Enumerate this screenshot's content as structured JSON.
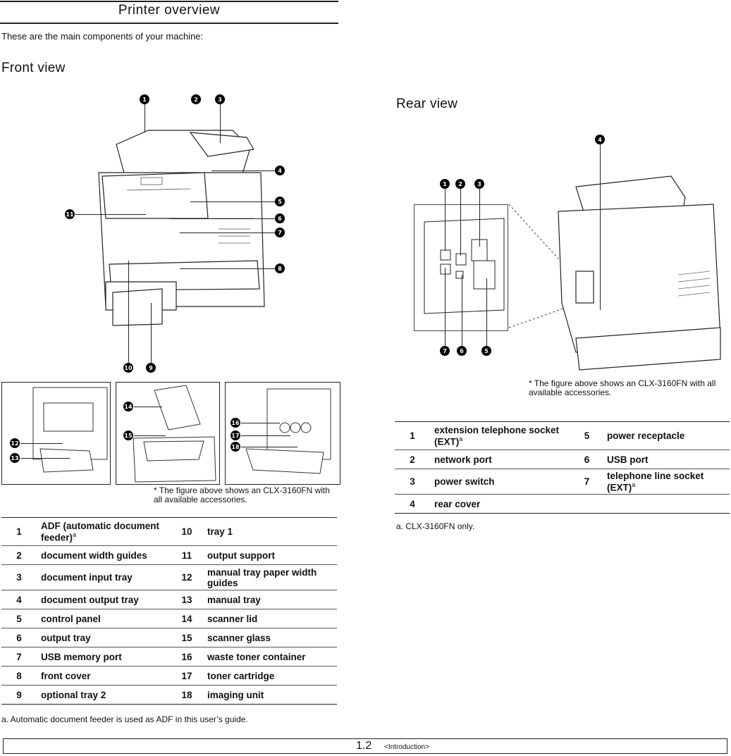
{
  "header": {
    "title": "Printer overview",
    "intro": "These are the main components of your machine:"
  },
  "front_view": {
    "heading": "Front view",
    "callouts": [
      "1",
      "2",
      "3",
      "4",
      "5",
      "6",
      "7",
      "8",
      "9",
      "10",
      "11",
      "12",
      "13",
      "14",
      "15",
      "16",
      "17",
      "18"
    ],
    "note": "* The figure above shows an CLX-3160FN with all available accessories.",
    "rows": [
      {
        "n1": "1",
        "l1": "ADF (automatic document feeder)",
        "s1": "a",
        "n2": "10",
        "l2": "tray 1"
      },
      {
        "n1": "2",
        "l1": "document width guides",
        "s1": "",
        "n2": "11",
        "l2": "output support"
      },
      {
        "n1": "3",
        "l1": "document input tray",
        "s1": "",
        "n2": "12",
        "l2": "manual tray paper width guides"
      },
      {
        "n1": "4",
        "l1": "document output tray",
        "s1": "",
        "n2": "13",
        "l2": "manual tray"
      },
      {
        "n1": "5",
        "l1": "control panel",
        "s1": "",
        "n2": "14",
        "l2": "scanner lid"
      },
      {
        "n1": "6",
        "l1": "output tray",
        "s1": "",
        "n2": "15",
        "l2": "scanner glass"
      },
      {
        "n1": "7",
        "l1": "USB memory port",
        "s1": "",
        "n2": "16",
        "l2": "waste toner container"
      },
      {
        "n1": "8",
        "l1": "front cover",
        "s1": "",
        "n2": "17",
        "l2": "toner cartridge"
      },
      {
        "n1": "9",
        "l1": "optional tray 2",
        "s1": "",
        "n2": "18",
        "l2": "imaging unit"
      }
    ],
    "footnote": "a. Automatic document feeder is used as ADF in this user’s guide."
  },
  "rear_view": {
    "heading": "Rear view",
    "callouts": [
      "1",
      "2",
      "3",
      "4",
      "5",
      "6",
      "7"
    ],
    "note": "* The figure above shows an CLX-3160FN with all available accessories.",
    "rows": [
      {
        "n1": "1",
        "l1": "extension telephone socket (EXT)",
        "s1": "a",
        "n2": "5",
        "l2": "power receptacle",
        "s2": ""
      },
      {
        "n1": "2",
        "l1": "network port",
        "s1": "",
        "n2": "6",
        "l2": "USB port",
        "s2": ""
      },
      {
        "n1": "3",
        "l1": "power switch",
        "s1": "",
        "n2": "7",
        "l2": "telephone line socket (EXT)",
        "s2": "a"
      },
      {
        "n1": "4",
        "l1": "rear cover",
        "s1": "",
        "n2": "",
        "l2": "",
        "s2": ""
      }
    ],
    "footnote": "a. CLX-3160FN only."
  },
  "footer": {
    "page": "1.2",
    "chapter": "<Introduction>"
  }
}
